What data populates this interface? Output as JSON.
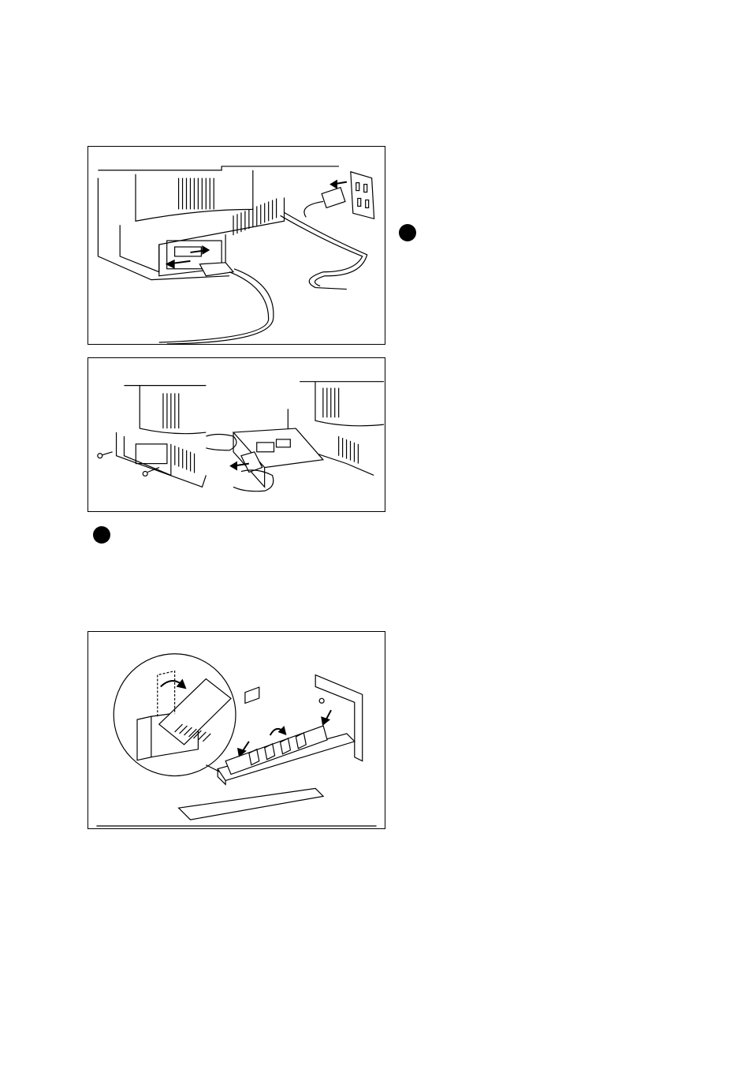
{
  "page": {
    "background": "#ffffff",
    "ink_color": "#000000"
  },
  "figures": [
    {
      "id": "fig-unplug-cables",
      "icon": "printer-rear-unplug-cables"
    },
    {
      "id": "fig-remove-board",
      "icon": "printer-remove-controller-board"
    },
    {
      "id": "fig-install-simm",
      "icon": "simm-module-insertion"
    }
  ],
  "step_markers": [
    {
      "icon": "black-circle-bullet"
    },
    {
      "icon": "black-circle-bullet"
    }
  ]
}
